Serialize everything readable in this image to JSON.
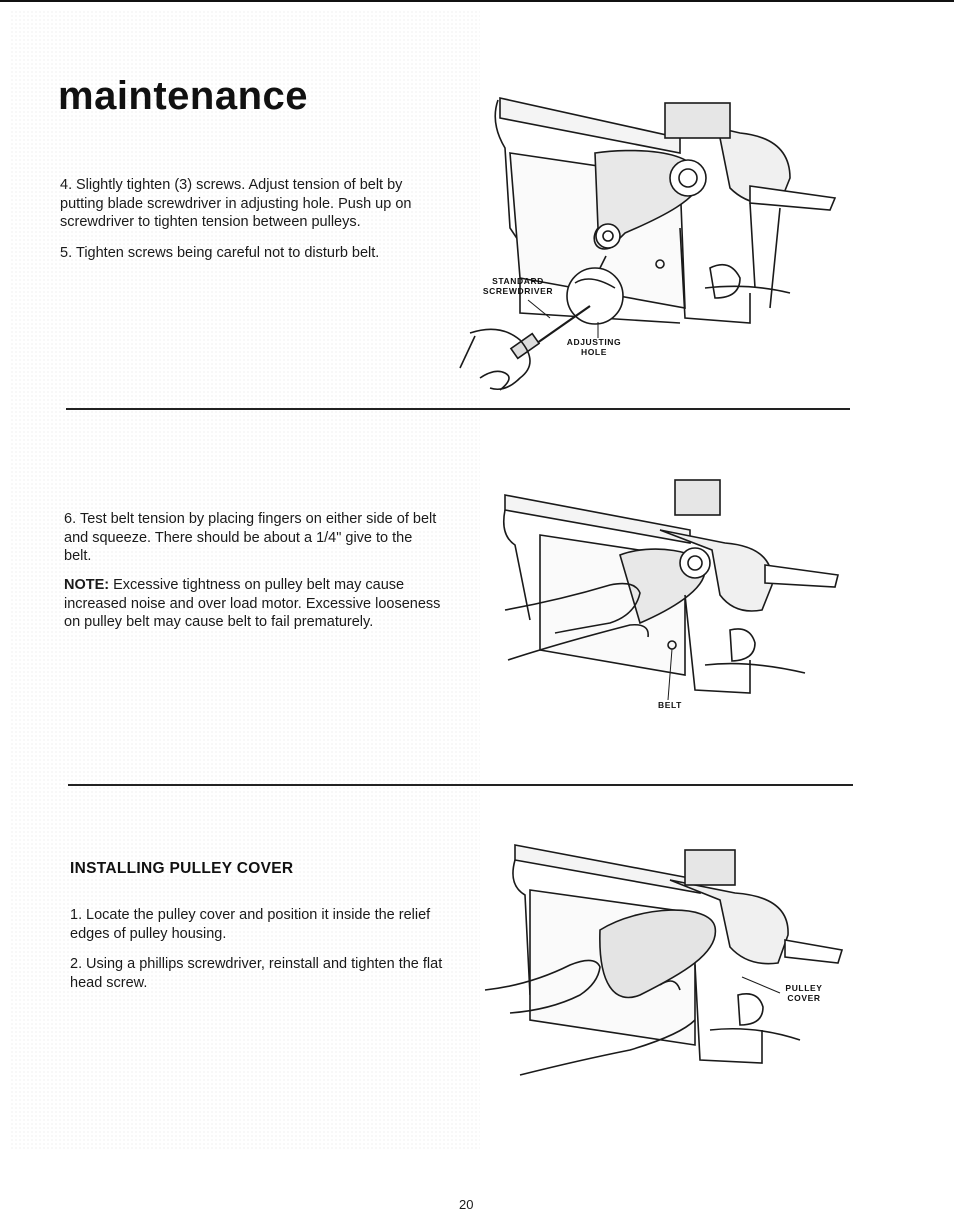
{
  "page": {
    "title": "maintenance",
    "page_number": "20"
  },
  "section1": {
    "steps": [
      {
        "num": "4.",
        "text": "Slightly tighten (3) screws. Adjust tension of belt by putting blade screwdriver in adjusting hole. Push up on screwdriver to tighten tension between pulleys."
      },
      {
        "num": "5.",
        "text": "Tighten screws being careful not to disturb belt."
      }
    ],
    "figure_labels": {
      "standard_screwdriver_1": "STANDARD",
      "standard_screwdriver_2": "SCREWDRIVER",
      "adjusting_hole_1": "ADJUSTING",
      "adjusting_hole_2": "HOLE"
    }
  },
  "section2": {
    "step": {
      "num": "6.",
      "text": "Test belt tension by placing fingers on either side of belt and squeeze. There should be about a 1/4\" give to the belt."
    },
    "note_label": "NOTE:",
    "note_text": "Excessive tightness on pulley belt may cause increased noise and over load motor. Excessive looseness on pulley belt may cause belt to fail prematurely.",
    "figure_labels": {
      "belt": "BELT"
    }
  },
  "section3": {
    "heading": "INSTALLING PULLEY COVER",
    "steps": [
      {
        "num": "1.",
        "text": "Locate the pulley cover and position it inside the relief edges of pulley housing."
      },
      {
        "num": "2.",
        "text": "Using a phillips screwdriver, reinstall and tighten the flat head screw."
      }
    ],
    "figure_labels": {
      "pulley_cover_1": "PULLEY",
      "pulley_cover_2": "COVER"
    }
  }
}
